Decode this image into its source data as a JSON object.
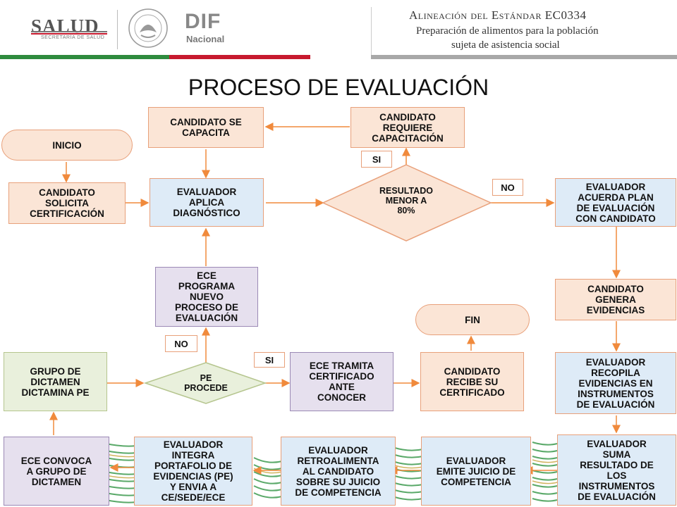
{
  "header": {
    "salud": "SALUD",
    "salud_sub": "SECRETARÍA DE SALUD",
    "dif": "DIF",
    "dif_sub": "Nacional",
    "title": "Alineación del Estándar EC0334",
    "subtitle_1": "Preparación de alimentos para la población",
    "subtitle_2": "sujeta de asistencia social",
    "bar_colors": [
      "#2e8b3e",
      "#c7192e",
      "#999999"
    ]
  },
  "page_title": "PROCESO DE EVALUACIÓN",
  "nodes": {
    "inicio": "INICIO",
    "solicita": "CANDIDATO\nSOLICITA\nCERTIFICACIÓN",
    "capacita": "CANDIDATO SE\nCAPACITA",
    "requiere": "CANDIDATO\nREQUIERE\nCAPACITACIÓN",
    "aplica": "EVALUADOR\nAPLICA\nDIAGNÓSTICO",
    "resultado": "RESULTADO\nMENOR A\n80%",
    "acuerda": "EVALUADOR\nACUERDA PLAN\nDE EVALUACIÓN\nCON CANDIDATO",
    "programa": "ECE\nPROGRAMA\nNUEVO\nPROCESO DE\nEVALUACIÓN",
    "genera": "CANDIDATO\nGENERA\nEVIDENCIAS",
    "fin": "FIN",
    "grupo": "GRUPO DE\nDICTAMEN\nDICTAMINA PE",
    "procede": "PE\nPROCEDE",
    "tramita": "ECE TRAMITA\nCERTIFICADO\nANTE\nCONOCER",
    "recibe": "CANDIDATO\nRECIBE SU\nCERTIFICADO",
    "recopila": "EVALUADOR\nRECOPILA\nEVIDENCIAS EN\nINSTRUMENTOS\nDE EVALUACIÓN",
    "convoca": "ECE CONVOCA\nA GRUPO DE\nDICTAMEN",
    "integra": "EVALUADOR\nINTEGRA\nPORTAFOLIO DE\nEVIDENCIAS (PE)\nY ENVIA A\nCE/SEDE/ECE",
    "retroalimenta": "EVALUADOR\nRETROALIMENTA\nAL CANDIDATO\nSOBRE SU JUICIO\nDE COMPETENCIA",
    "emite": "EVALUADOR\nEMITE JUICIO DE\nCOMPETENCIA",
    "suma": "EVALUADOR\nSUMA\nRESULTADO DE\nLOS\nINSTRUMENTOS\nDE EVALUACIÓN"
  },
  "labels": {
    "si_1": "SI",
    "no_1": "NO",
    "no_2": "NO",
    "si_2": "SI"
  },
  "colors": {
    "arrow": "#f08a3c",
    "orange_fill": "#fbe5d6",
    "blue_fill": "#deebf7",
    "purple_fill": "#e6e0ee",
    "green_fill": "#e9f0dc"
  }
}
